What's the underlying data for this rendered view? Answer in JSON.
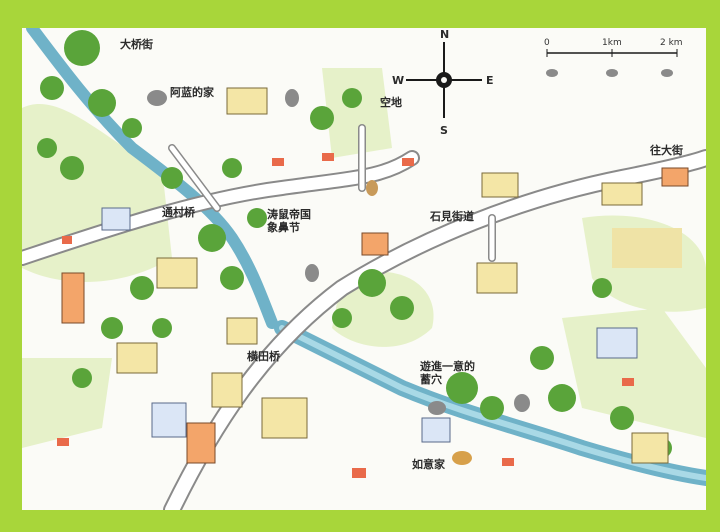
{
  "labels": {
    "top_left_street": "大桥街",
    "home_a": "阿蓝的家",
    "empty_lot": "空地",
    "street_east": "往大街",
    "village_street": "通村桥",
    "park": "涛鼠帝国\n象鼻节",
    "road": "石見街道",
    "bridge": "横田桥",
    "pond": "遊進一意的\n蓄穴",
    "home_b": "如意家"
  },
  "compass": {
    "n": "N",
    "s": "S",
    "e": "E",
    "w": "W"
  },
  "scale": {
    "zero": "0",
    "mid": "1km",
    "end": "2 km"
  },
  "colors": {
    "frame": "#a8d63a",
    "river": "#6fb2c8",
    "tree": "#5aa43a",
    "road": "#ffffff"
  },
  "icons": [
    "compass-icon",
    "rat-icon",
    "cat-icon",
    "dog-icon",
    "house-icon",
    "tree-icon"
  ]
}
